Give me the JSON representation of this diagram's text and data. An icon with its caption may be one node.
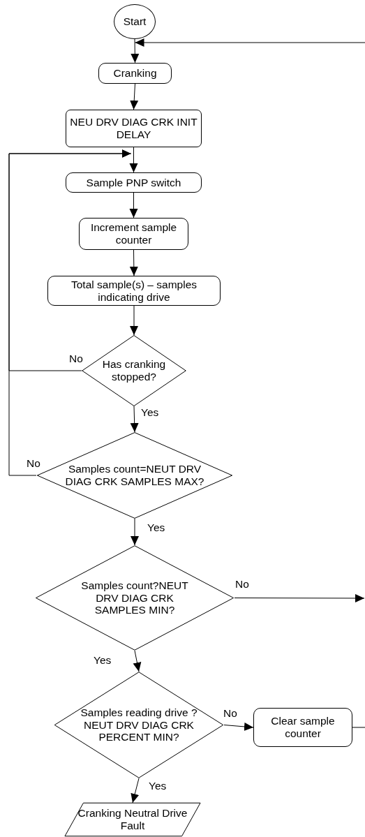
{
  "diagram": {
    "nodes": [
      {
        "text": [
          "Start"
        ]
      },
      {
        "text": [
          "Cranking"
        ]
      },
      {
        "text": [
          "NEU DRV DIAG CRK INIT DELAY"
        ]
      },
      {
        "text": [
          "Sample PNP switch"
        ]
      },
      {
        "text": [
          "Increment sample counter"
        ]
      },
      {
        "text": [
          "Total sample(s) – samples indicating drive"
        ]
      },
      {
        "text": [
          "Has cranking stopped?"
        ]
      },
      {
        "text": [
          "Samples count=NEUT DRV DIAG CRK SAMPLES MAX?"
        ]
      },
      {
        "text": [
          "Samples count?NEUT DRV DIAG CRK SAMPLES MIN?"
        ]
      },
      {
        "text": [
          "Samples reading drive ? NEUT DRV DIAG CRK PERCENT MIN?"
        ]
      },
      {
        "text": [
          "Clear sample counter"
        ]
      },
      {
        "text": [
          "Cranking Neutral Drive Fault"
        ]
      }
    ],
    "edges": [
      {
        "from": 0,
        "to": 1,
        "arrow": "to"
      },
      {
        "from": 1,
        "to": 2,
        "arrow": "to"
      },
      {
        "from": 2,
        "to": 3,
        "arrow": "to"
      },
      {
        "from": 3,
        "to": 4,
        "arrow": "to"
      },
      {
        "from": 4,
        "to": 5,
        "arrow": "to"
      },
      {
        "from": 5,
        "to": 6,
        "arrow": "to"
      },
      {
        "from": 6,
        "to": 3,
        "arrow": "to",
        "label": "No"
      },
      {
        "from": 6,
        "to": 7,
        "arrow": "to",
        "label": "Yes"
      },
      {
        "from": 7,
        "to": 3,
        "arrow": "to",
        "label": "No"
      },
      {
        "from": 7,
        "to": 8,
        "arrow": "to",
        "label": "Yes"
      },
      {
        "from": 8,
        "to": 9,
        "arrow": "to",
        "label": "Yes"
      },
      {
        "from": 8,
        "to": null,
        "arrow": "to",
        "label": "No"
      },
      {
        "from": 9,
        "to": 10,
        "arrow": "to",
        "label": "No"
      },
      {
        "from": 9,
        "to": 11,
        "arrow": "to",
        "label": "Yes"
      },
      {
        "from": 10,
        "to": null,
        "arrow": "none"
      },
      {
        "from": null,
        "to": 1,
        "arrow": "to"
      }
    ]
  }
}
